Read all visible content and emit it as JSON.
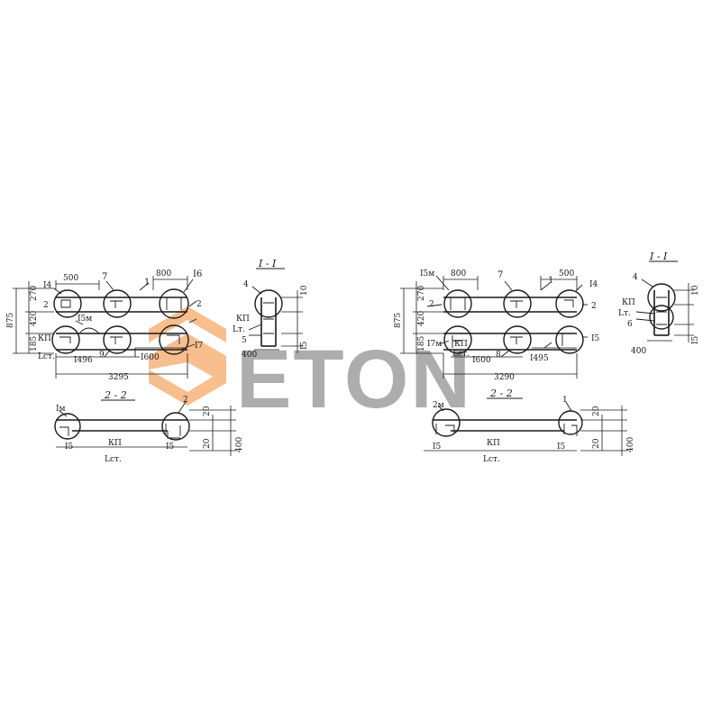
{
  "watermark": {
    "text": "ETON",
    "accent_color": "#f5a25d",
    "text_color": "#6b6b6b"
  },
  "left": {
    "section_1_title": "I - I",
    "section_2_title": "2 - 2",
    "callouts": {
      "c7": "7",
      "c1": "1",
      "c16": "I6",
      "c14": "I4",
      "c2a": "2",
      "c2b": "2",
      "c15m": "I5м",
      "c9": "9",
      "c17": "I7",
      "c4": "4",
      "c5": "5",
      "c1m": "Iм",
      "c2s": "2"
    },
    "dims": {
      "d500": "500",
      "d800": "800",
      "d270": "270",
      "d875": "875",
      "d420": "420",
      "d185": "185",
      "d1496": "I496",
      "d1600": "I600",
      "d3295": "3295",
      "d400": "400",
      "d10": "10",
      "d15": "I5",
      "d20a": "20",
      "d20b": "20",
      "d400s": "400",
      "d15s": "I5",
      "d15s2": "I5"
    },
    "notes": {
      "kp": "КП",
      "lst": "Lст.",
      "kp1": "КП",
      "lst1": "Lт.",
      "kp2": "КП",
      "lst2": "Lст."
    }
  },
  "right": {
    "section_1_title": "I - I",
    "section_2_title": "2 - 2",
    "callouts": {
      "c15m": "I5м",
      "c7": "7",
      "c1": "1",
      "c14": "I4",
      "c2a": "2",
      "c2b": "2",
      "c17m": "I7м",
      "c8": "8",
      "c15": "I5",
      "c4": "4",
      "c6": "6",
      "c2m": "2м",
      "c1s": "1"
    },
    "dims": {
      "d800": "800",
      "d500": "500",
      "d270": "270",
      "d875": "875",
      "d420": "420",
      "d185": "185",
      "d1600": "I600",
      "d1495": "I495",
      "d3290": "3290",
      "d400": "400",
      "d10": "10",
      "d15": "I5",
      "d20a": "20",
      "d20b": "20",
      "d400s": "400",
      "d15s": "I5",
      "d15s2": "I5"
    },
    "notes": {
      "kp": "КП",
      "lst": "Lст.",
      "kp1": "КП",
      "lst1": "Lт.",
      "kp2": "КП",
      "lst2": "Lст."
    }
  }
}
